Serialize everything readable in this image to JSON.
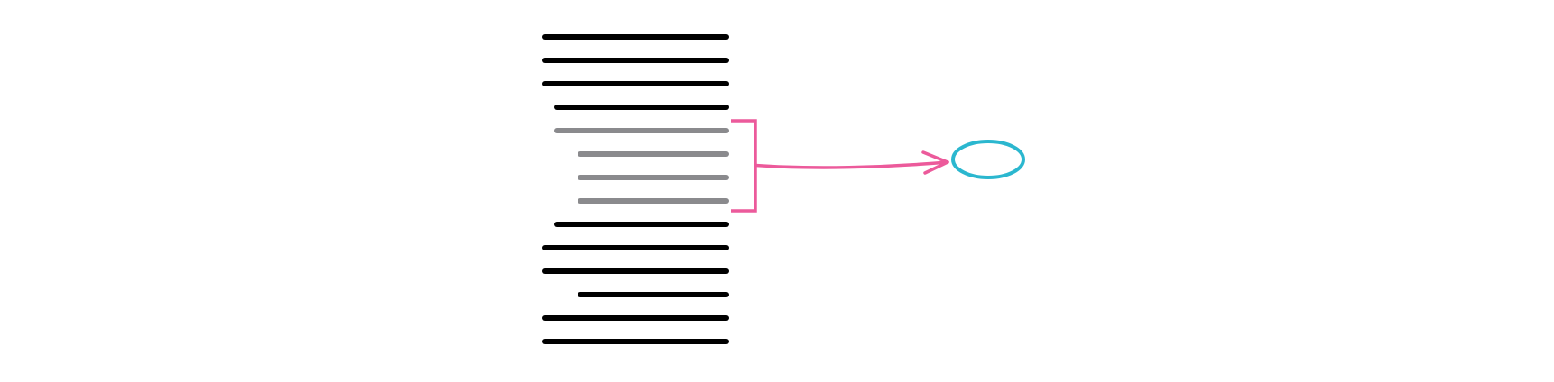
{
  "colors": {
    "background": "#ffffff",
    "line_normal": "#000000",
    "line_highlight": "#8a8a8d",
    "bracket": "#ec5a9b",
    "arrow": "#ec5a9b",
    "target": "#2bb7cf"
  },
  "lines": [
    {
      "indent": 0,
      "highlighted": false
    },
    {
      "indent": 0,
      "highlighted": false
    },
    {
      "indent": 0,
      "highlighted": false
    },
    {
      "indent": 1,
      "highlighted": false
    },
    {
      "indent": 1,
      "highlighted": true
    },
    {
      "indent": 2,
      "highlighted": true
    },
    {
      "indent": 2,
      "highlighted": true
    },
    {
      "indent": 2,
      "highlighted": true
    },
    {
      "indent": 1,
      "highlighted": false
    },
    {
      "indent": 0,
      "highlighted": false
    },
    {
      "indent": 0,
      "highlighted": false
    },
    {
      "indent": 2,
      "highlighted": false
    },
    {
      "indent": 0,
      "highlighted": false
    },
    {
      "indent": 0,
      "highlighted": false
    }
  ],
  "bracket_range": [
    4,
    7
  ],
  "icons": {
    "arrow": "arrow-right-icon",
    "target": "ellipse-target-icon"
  }
}
